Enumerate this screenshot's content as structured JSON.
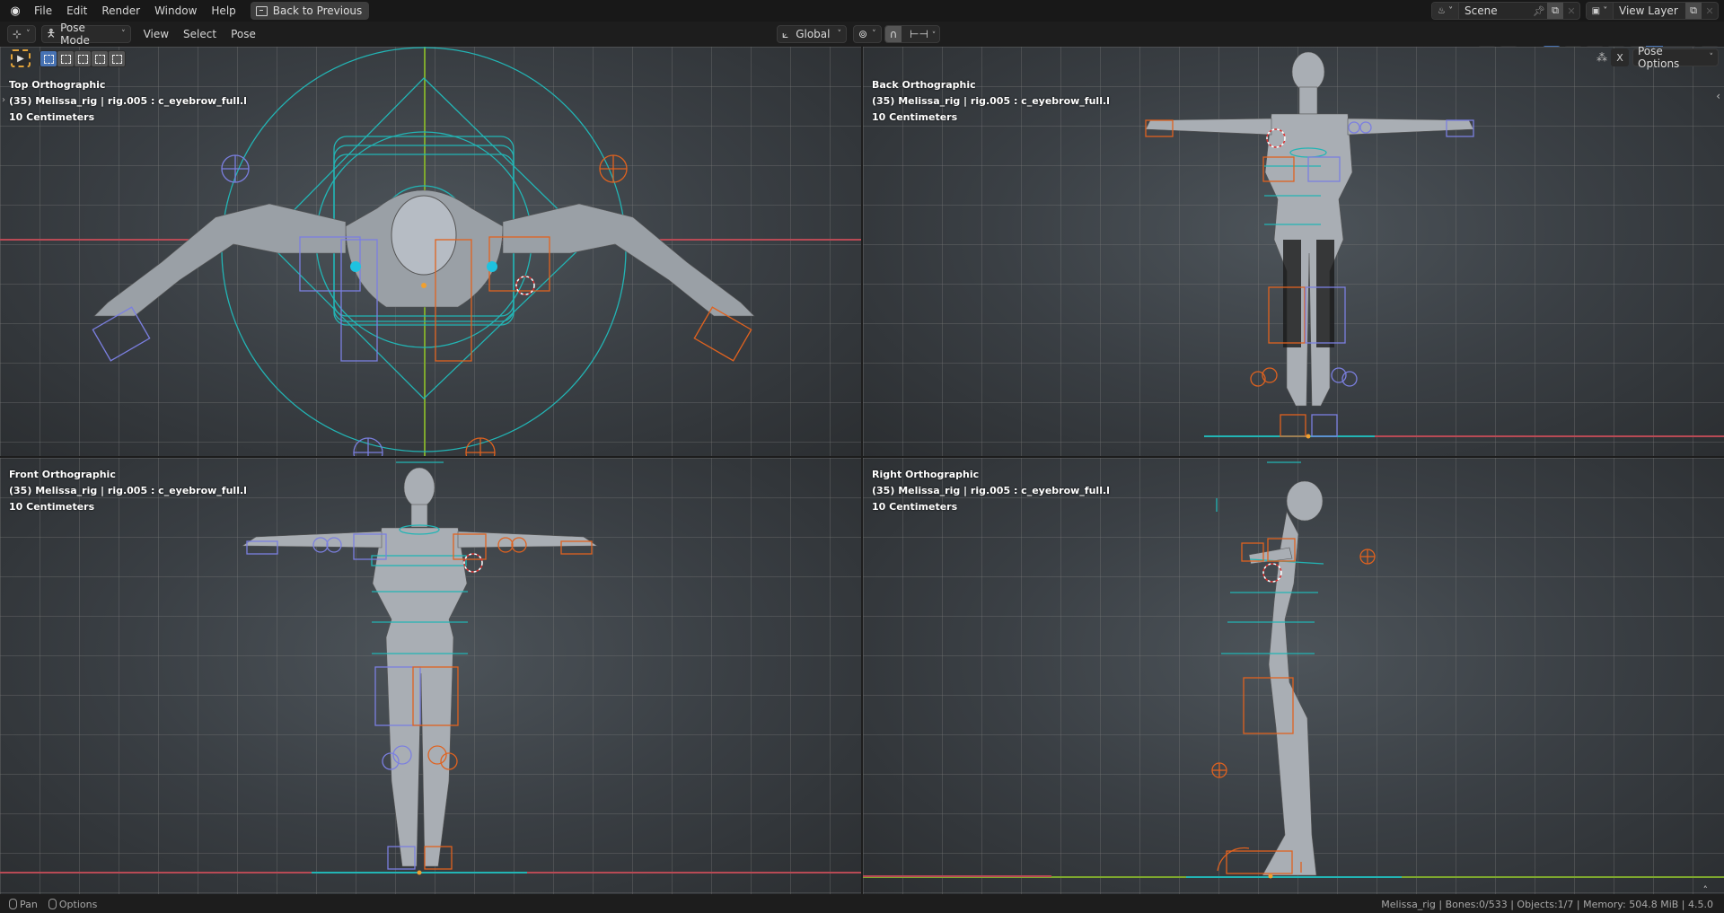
{
  "app": {
    "name": "Blender",
    "version": "4.5.0"
  },
  "topbar": {
    "menus": [
      "File",
      "Edit",
      "Render",
      "Window",
      "Help"
    ],
    "back_button": "Back to Previous",
    "scene": {
      "name": "Scene"
    },
    "view_layer": {
      "name": "View Layer"
    }
  },
  "header": {
    "mode": "Pose Mode",
    "menus": [
      "View",
      "Select",
      "Pose"
    ],
    "transform_orientation": "Global",
    "pose_options": "Pose Options",
    "x_mirror": "X"
  },
  "viewports": [
    {
      "id": "top",
      "title": "Top Orthographic",
      "object": "(35) Melissa_rig | rig.005 : c_eyebrow_full.l",
      "scale": "10 Centimeters"
    },
    {
      "id": "back",
      "title": "Back Orthographic",
      "object": "(35) Melissa_rig | rig.005 : c_eyebrow_full.l",
      "scale": "10 Centimeters"
    },
    {
      "id": "front",
      "title": "Front Orthographic",
      "object": "(35) Melissa_rig | rig.005 : c_eyebrow_full.l",
      "scale": "10 Centimeters"
    },
    {
      "id": "right",
      "title": "Right Orthographic",
      "object": "(35) Melissa_rig | rig.005 : c_eyebrow_full.l",
      "scale": "10 Centimeters"
    }
  ],
  "statusbar": {
    "left": [
      {
        "icon": "mouse-middle-icon",
        "label": "Pan"
      },
      {
        "icon": "mouse-right-icon",
        "label": "Options"
      }
    ],
    "right": "Melissa_rig | Bones:0/533 | Objects:1/7 | Memory: 504.8 MiB | 4.5.0"
  },
  "colors": {
    "left_bone": "#7b7fe0",
    "right_bone": "#e0621f",
    "center_bone": "#22b5b5",
    "x_axis": "#b84a55",
    "y_axis": "#7ea82e",
    "selection_blue": "#4772b3"
  }
}
